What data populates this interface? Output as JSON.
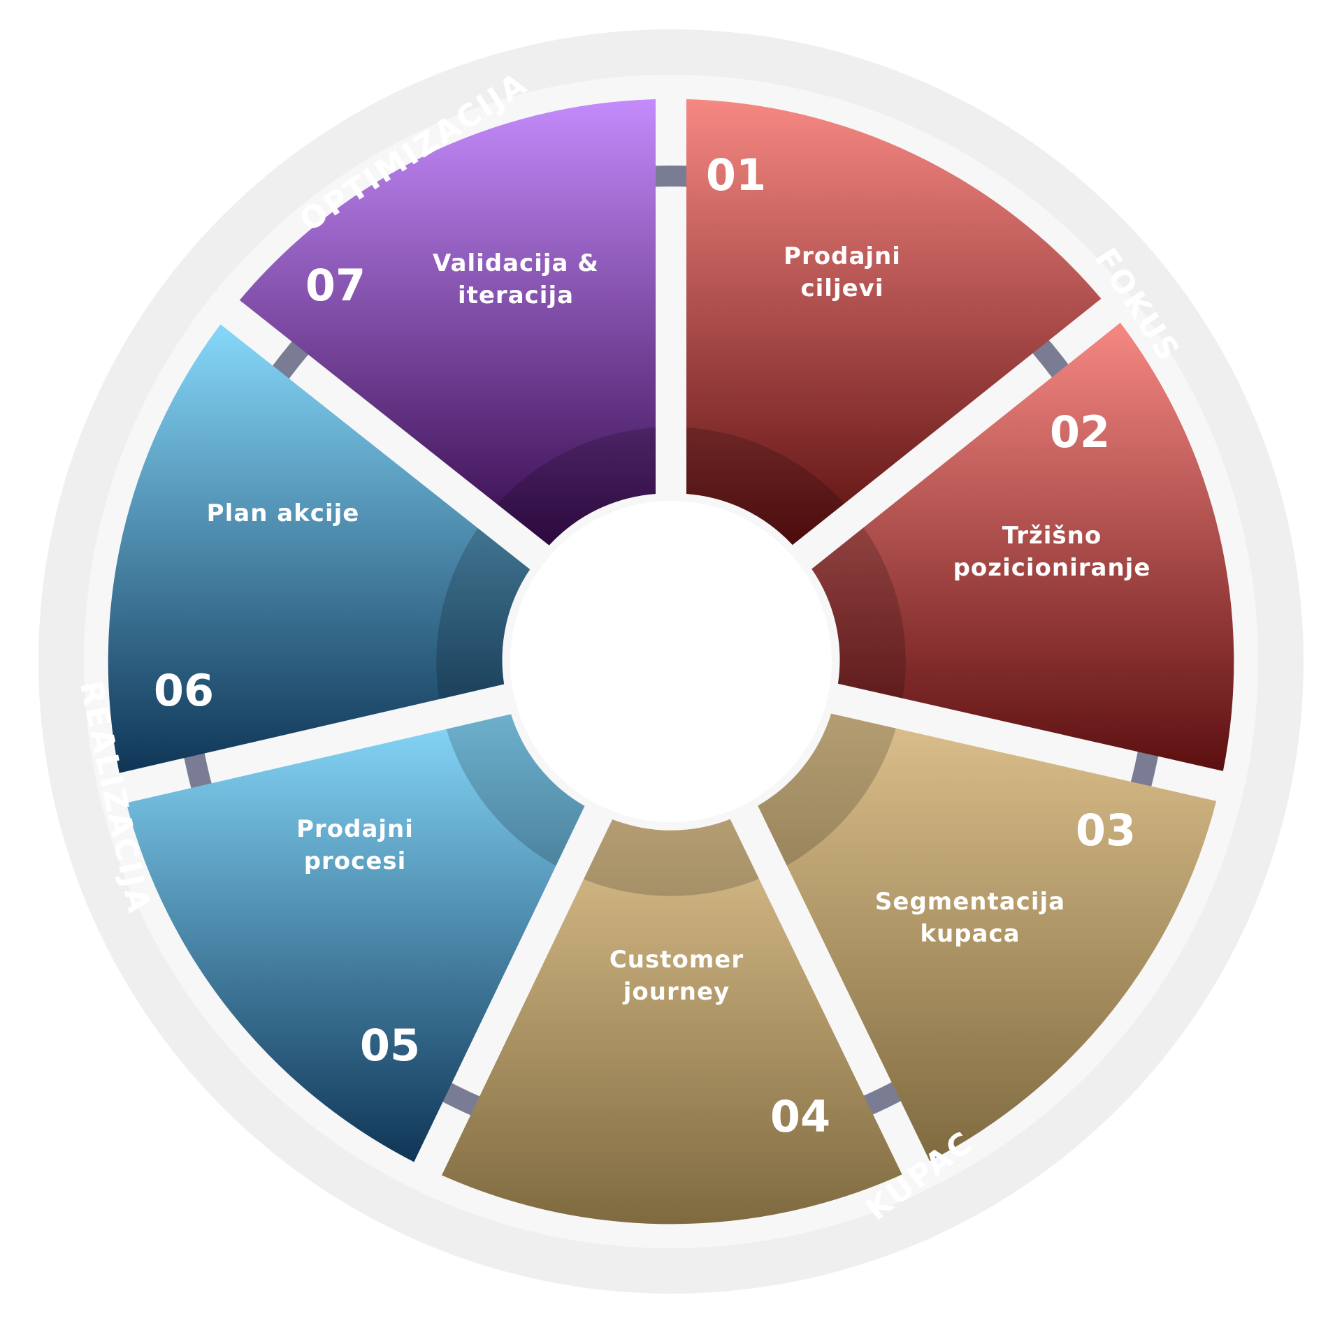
{
  "segments": [
    {
      "number": "01",
      "label": [
        "Prodajni",
        "ciljevi"
      ],
      "color_top": "#f68883",
      "color_bottom": "#5c0f10"
    },
    {
      "number": "02",
      "label": [
        "Tržišno",
        "pozicioniranje"
      ],
      "color_top": "#f68883",
      "color_bottom": "#5c0f10"
    },
    {
      "number": "03",
      "label": [
        "Segmentacija",
        "kupaca"
      ],
      "color_top": "#dcc08c",
      "color_bottom": "#7f6a40"
    },
    {
      "number": "04",
      "label": [
        "Customer",
        "journey"
      ],
      "color_top": "#dcc08c",
      "color_bottom": "#7f6a40"
    },
    {
      "number": "05",
      "label": [
        "Prodajni",
        "procesi"
      ],
      "color_top": "#86d8fa",
      "color_bottom": "#0f3556"
    },
    {
      "number": "06",
      "label": [
        "Plan akcije"
      ],
      "color_top": "#86d8fa",
      "color_bottom": "#0f3556"
    },
    {
      "number": "07",
      "label": [
        "Validacija &",
        "iteracija"
      ],
      "color_top": "#c48bfb",
      "color_bottom": "#360b4c"
    }
  ],
  "ring_labels": [
    "FOKUS",
    "KUPAC",
    "REALIZACIJA",
    "OPTIMIZACIJA"
  ],
  "colors": {
    "outer_ring": "#efefef",
    "connector": "#7a7c93",
    "center": "#ffffff"
  }
}
